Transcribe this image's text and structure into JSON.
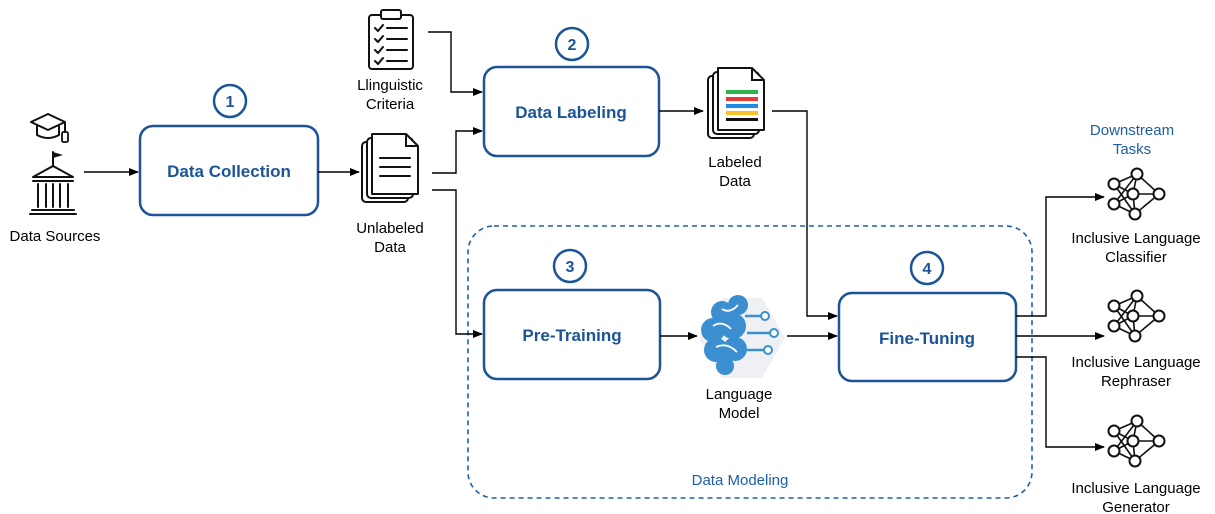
{
  "sources": {
    "label": "Data Sources"
  },
  "stages": {
    "collection": {
      "number": "1",
      "label": "Data Collection"
    },
    "labeling": {
      "number": "2",
      "label": "Data Labeling"
    },
    "pretraining": {
      "number": "3",
      "label": "Pre-Training"
    },
    "finetuning": {
      "number": "4",
      "label": "Fine-Tuning"
    }
  },
  "criteria": {
    "line1": "Llinguistic",
    "line2": "Criteria"
  },
  "unlabeled": {
    "line1": "Unlabeled",
    "line2": "Data"
  },
  "labeled": {
    "line1": "Labeled",
    "line2": "Data"
  },
  "model": {
    "line1": "Language",
    "line2": "Model"
  },
  "modeling_group": {
    "label": "Data Modeling"
  },
  "downstream": {
    "title_line1": "Downstream",
    "title_line2": "Tasks",
    "tasks": [
      {
        "line1": "Inclusive Language",
        "line2": "Classifier"
      },
      {
        "line1": "Inclusive Language",
        "line2": "Rephraser"
      },
      {
        "line1": "Inclusive Language",
        "line2": "Generator"
      }
    ]
  },
  "colors": {
    "stage_border": "#1b5498",
    "stage_text": "#1b5498",
    "group_border": "#1f5fa8",
    "brain": "#3b8fd0",
    "label_stripes": [
      "#2db34a",
      "#e53935",
      "#1e88e5",
      "#fbc02d",
      "#111111"
    ]
  },
  "icons": [
    "graduation-cap-icon",
    "university-building-icon",
    "checklist-clipboard-icon",
    "documents-stack-icon",
    "labeled-documents-icon",
    "brain-network-icon",
    "neural-network-icon"
  ]
}
